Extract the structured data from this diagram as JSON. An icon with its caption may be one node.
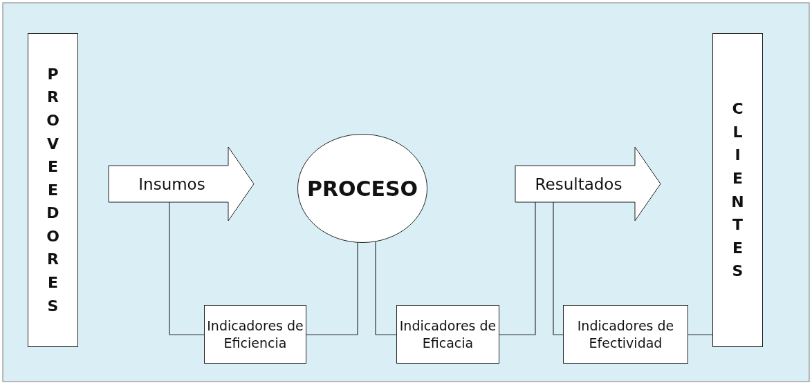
{
  "diagram": {
    "nodes": [
      {
        "text": [
          "PROVEEDORES"
        ]
      },
      {
        "text": [
          "Insumos"
        ]
      },
      {
        "text": [
          "PROCESO"
        ]
      },
      {
        "text": [
          "Resultados"
        ]
      },
      {
        "text": [
          "CLIENTES"
        ]
      },
      {
        "text": [
          "Indicadores de Eficiencia"
        ]
      },
      {
        "text": [
          "Indicadores de Eficacia"
        ]
      },
      {
        "text": [
          "Indicadores de Efectividad"
        ]
      }
    ],
    "edges": [
      {
        "from": 1,
        "to": 5,
        "arrow": "none"
      },
      {
        "from": 5,
        "to": 2,
        "arrow": "none"
      },
      {
        "from": 2,
        "to": 6,
        "arrow": "none"
      },
      {
        "from": 6,
        "to": 3,
        "arrow": "none"
      },
      {
        "from": 3,
        "to": 7,
        "arrow": "none"
      },
      {
        "from": 7,
        "to": 4,
        "arrow": "none"
      }
    ]
  }
}
